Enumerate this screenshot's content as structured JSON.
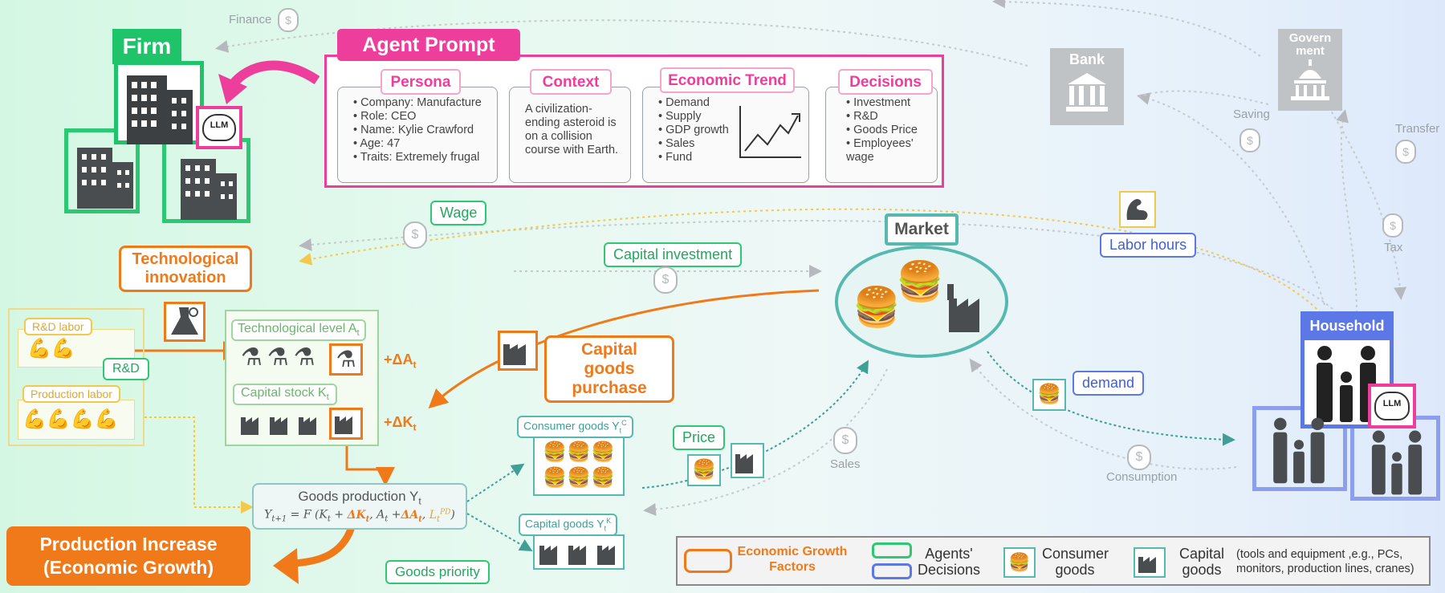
{
  "agent_prompt": {
    "title": "Agent Prompt",
    "persona": {
      "title": "Persona",
      "items": [
        "Company: Manufacture",
        "Role: CEO",
        "Name: Kylie Crawford",
        "Age: 47",
        "Traits: Extremely frugal"
      ]
    },
    "context": {
      "title": "Context",
      "text": "A civilization-ending asteroid is on a collision course with Earth."
    },
    "economic_trend": {
      "title": "Economic Trend",
      "items": [
        "Demand",
        "Supply",
        "GDP growth",
        "Sales",
        "Fund"
      ]
    },
    "decisions": {
      "title": "Decisions",
      "items": [
        "Investment",
        "R&D",
        "Goods Price",
        "Employees' wage"
      ]
    }
  },
  "agents": {
    "firm": "Firm",
    "bank": "Bank",
    "government": "Govern ment",
    "household": "Household",
    "market": "Market",
    "llm": "LLM"
  },
  "flows": {
    "finance": "Finance",
    "saving": "Saving",
    "transfer": "Transfer",
    "tax": "Tax",
    "wage": "Wage",
    "labor_hours": "Labor hours",
    "capital_investment": "Capital investment",
    "capital_goods_purchase": "Capital goods purchase",
    "demand": "demand",
    "price": "Price",
    "sales": "Sales",
    "consumption": "Consumption",
    "goods_priority": "Goods priority",
    "rd": "R&D"
  },
  "production": {
    "tech_innovation": "Technological innovation",
    "rd_labor": "R&D labor",
    "production_labor": "Production labor",
    "tech_level": "Technological level A",
    "capital_stock": "Capital stock K",
    "delta_a": "+ΔA",
    "delta_k": "+ΔK",
    "goods_production": "Goods production Y",
    "formula_prefix": "Y",
    "consumer_goods": "Consumer goods Y",
    "capital_goods": "Capital goods Y",
    "production_increase": "Production Increase (Economic Growth)"
  },
  "legend": {
    "economic_growth_factors": "Economic Growth Factors",
    "agents_decisions": "Agents' Decisions",
    "consumer_goods": "Consumer goods",
    "capital_goods": "Capital goods",
    "capital_goods_note": "(tools and equipment ,e.g., PCs, monitors, production lines, cranes)"
  },
  "colors": {
    "orange": "#f07a1a",
    "pink": "#ee3e9c",
    "green": "#2ec774",
    "blue": "#5b78e6",
    "teal": "#55b9b0",
    "gray": "#9aa0a6",
    "dark": "#4a4d4f"
  }
}
